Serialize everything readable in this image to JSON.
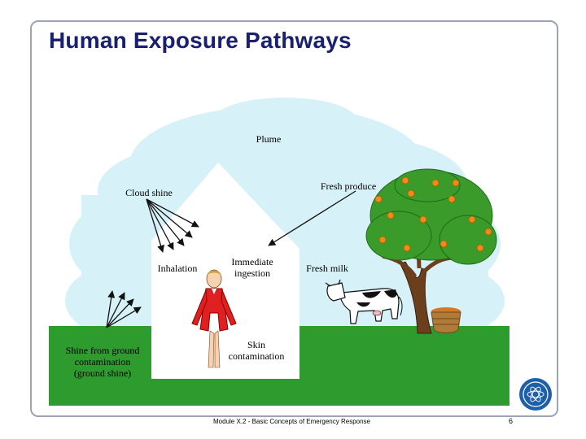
{
  "title": "Human Exposure Pathways",
  "labels": {
    "plume": "Plume",
    "fresh_produce": "Fresh produce",
    "cloud_shine": "Cloud shine",
    "inhalation": "Inhalation",
    "immediate_ingestion": "Immediate ingestion",
    "fresh_milk": "Fresh milk",
    "skin_contamination": "Skin contamination",
    "ground_shine": "Shine from ground contamination (ground shine)"
  },
  "footer": {
    "module_text": "Module X.2 - Basic Concepts of Emergency Response",
    "page_number": "6"
  },
  "colors": {
    "title": "#1a2070",
    "cloud": "#d6f1f8",
    "grass": "#2e9b2e",
    "house": "#ffffff",
    "frame": "#9aa3b8",
    "person_dress": "#e02020",
    "logo": "#1d5fa8"
  },
  "icons": [
    "cow-icon",
    "tree-icon",
    "person-icon",
    "basket-icon",
    "un-logo-icon"
  ]
}
